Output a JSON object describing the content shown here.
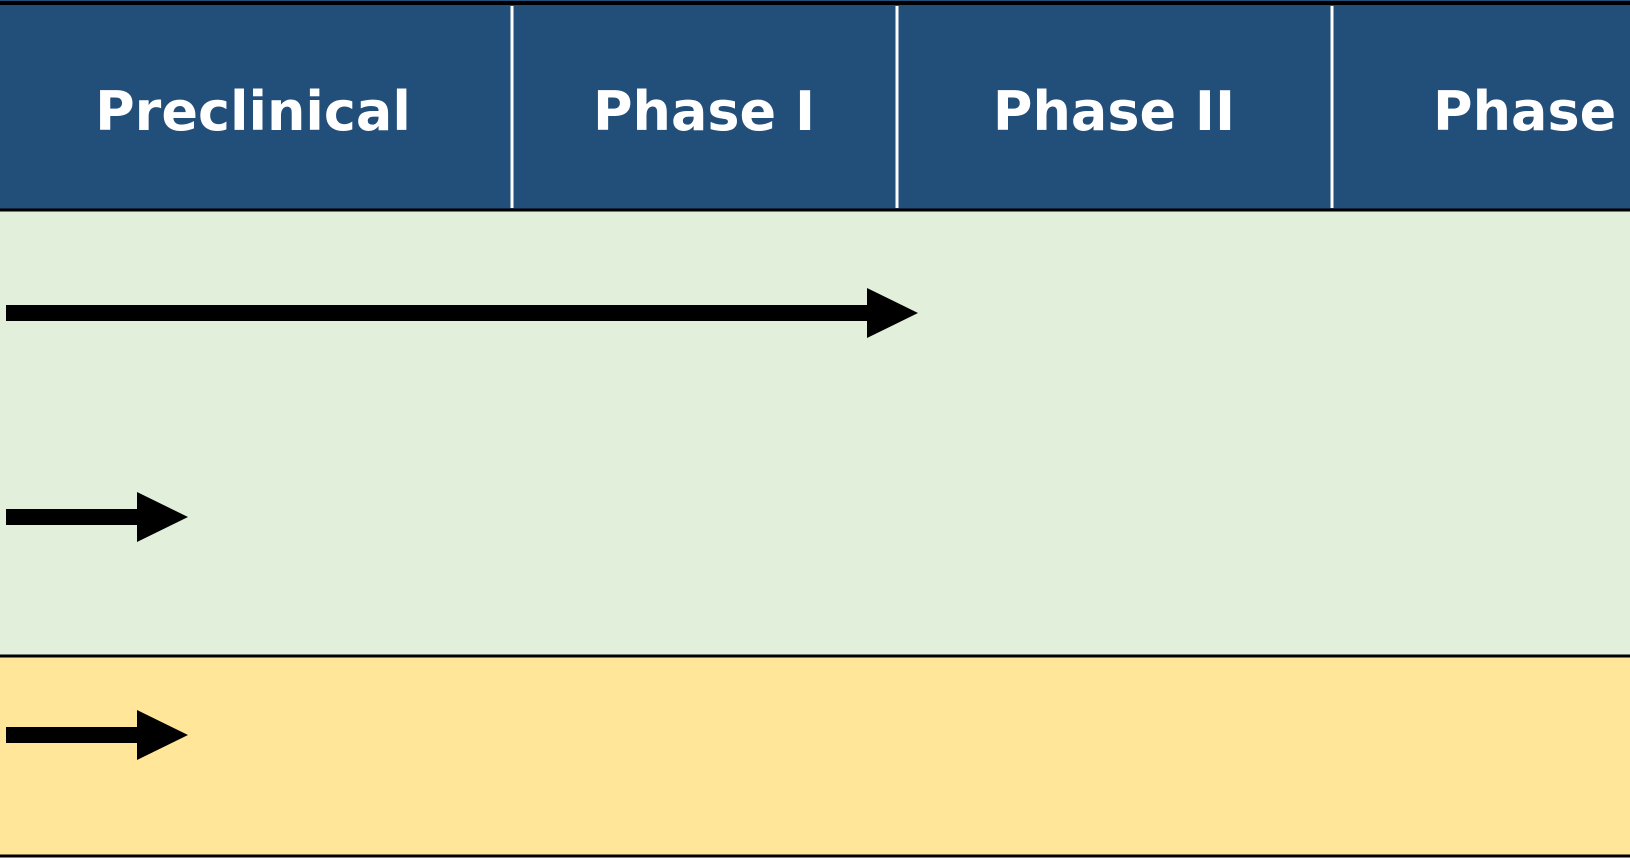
{
  "header": {
    "phases": [
      {
        "label": "Preclinical"
      },
      {
        "label": "Phase I"
      },
      {
        "label": "Phase II"
      },
      {
        "label": "Phase I"
      }
    ]
  },
  "rows": [
    {
      "group": "green",
      "progress_reaches": "end of Phase I"
    },
    {
      "group": "green",
      "progress_reaches": "early Preclinical"
    },
    {
      "group": "yellow",
      "progress_reaches": "early Preclinical"
    }
  ],
  "colors": {
    "header_fill": "#224E7A",
    "header_text": "#FFFFFF",
    "green_band": "#E2EFDA",
    "yellow_band": "#FFE699",
    "arrow": "#000000",
    "border": "#000000"
  }
}
